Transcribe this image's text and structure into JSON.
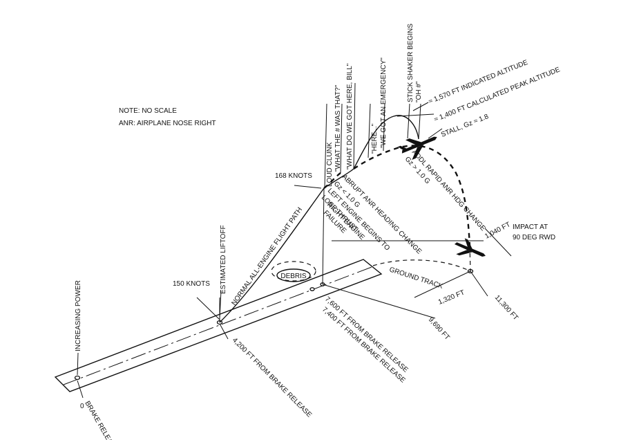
{
  "notes": {
    "line1": "NOTE:  NO SCALE",
    "line2": "ANR:  AIRPLANE NOSE RIGHT"
  },
  "runway_markers": {
    "brake_release": "BRAKE RELEASE",
    "zero": "0",
    "increasing_power": "INCREASING POWER",
    "knots_150": "150 KNOTS",
    "estimated_liftoff": "ESTIMATED LIFTOFF",
    "ft_4200": "4,200 FT FROM BRAKE RELEASE",
    "ft_7400": "7,400 FT FROM BRAKE RELEASE",
    "ft_7600": "7,600 FT FROM BRAKE RELEASE",
    "debris": "DEBRIS",
    "ground_track": "GROUND TRACK"
  },
  "flight_path": {
    "normal_path": "NORMAL ALL-ENGINE FLIGHT PATH",
    "knots_168": "168 KNOTS",
    "loud_clunk": "LOUD CLUNK",
    "what_was_that": "\"WHAT THE # WAS THAT?\"",
    "what_do_we_got": "\"WHAT DO WE GOT HERE, BILL\"",
    "here": "\"HERE...\"",
    "emergency": "\"WE GOT AN EMERGENCY\"",
    "stick_shaker": "STICK SHAKER BEGINS",
    "oh": "\"OH #\"",
    "indicated_altitude": "≈ 1,570 FT INDICATED ALTITUDE",
    "peak_altitude": "≈ 1,400 FT CALCULATED PEAK ALTITUDE",
    "stall": "STALL, Gz ≈ 1.8",
    "addl_rapid_1": "ADDL RAPID ANR HDG CHANGE",
    "addl_rapid_2": "Gz > 1.0 G",
    "abrupt_1": "ABRUPT ANR HEADING CHANGE",
    "abrupt_2": "Gz < 1.0 G",
    "left_engine_1": "LEFT ENGINE BEGINS TO",
    "left_engine_2": "LOSE THRUST",
    "right_engine_1": "RIGHT ENGINE",
    "right_engine_2": "FAILURE"
  },
  "impact": {
    "impact_1": "IMPACT AT",
    "impact_2": "90 DEG RWD",
    "ft_1040": "1,040 FT",
    "ft_1320": "1,320 FT",
    "ft_9690": "9,690 FT",
    "ft_11300": "11,300 FT"
  }
}
